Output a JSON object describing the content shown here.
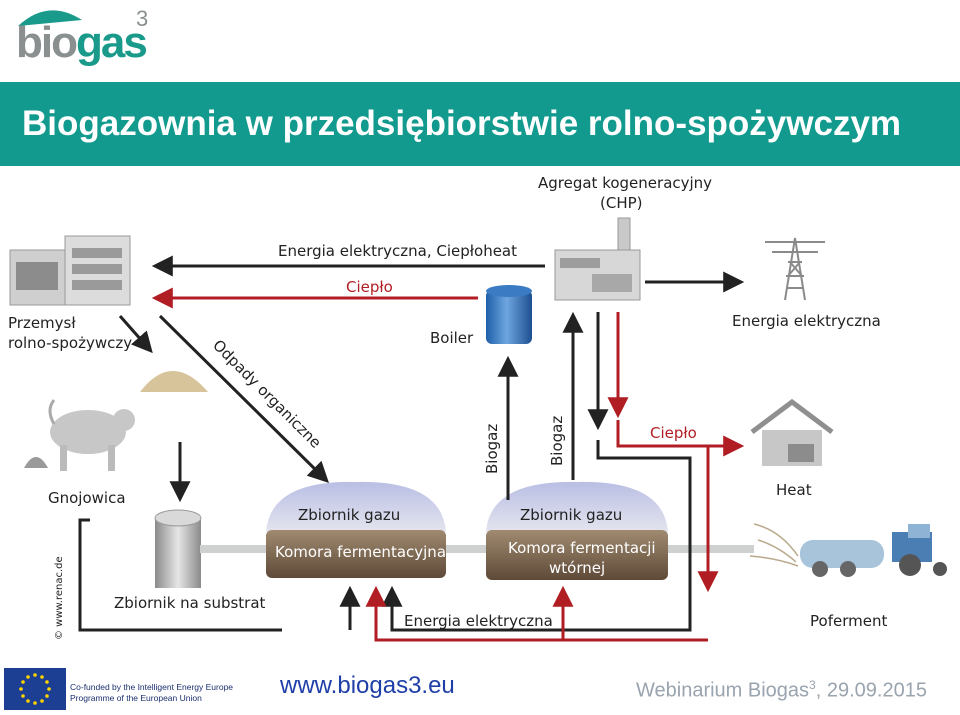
{
  "logo": {
    "bio": "bio",
    "gas": "gas",
    "sup": "3"
  },
  "title": "Biogazownia w przedsiębiorstwie rolno-spożywczym",
  "labels": {
    "chp": "Agregat kogeneracyjny",
    "chp_short": "(CHP)",
    "top_energy": "Energia elektryczna,  Ciepłoheat",
    "cieplo_top": "Ciepło",
    "przemysl_1": "Przemysł",
    "przemysl_2": "rolno-spożywczy",
    "odpady": "Odpady organiczne",
    "boiler": "Boiler",
    "energia_right": "Energia elektryczna",
    "biogaz_1": "Biogaz",
    "biogaz_2": "Biogaz",
    "cieplo_right": "Ciepło",
    "heat": "Heat",
    "gnojowica": "Gnojowica",
    "zbiornik_gazu_1": "Zbiornik gazu",
    "komora_1": "Komora fermentacyjna",
    "zbiornik_gazu_2": "Zbiornik gazu",
    "komora_2_a": "Komora fermentacji",
    "komora_2_b": "wtórnej",
    "zbiornik_substrat": "Zbiornik na substrat",
    "energia_bottom": "Energia elektryczna",
    "poferment": "Poferment",
    "copyright": "© www.renac.de"
  },
  "footer": {
    "eu_line1": "Co-funded by the Intelligent Energy Europe",
    "eu_line2": "Programme of the European Union",
    "url": "www.biogas3.eu",
    "webinar": "Webinarium Biogas",
    "webinar_sup": "3",
    "webinar_date": ", 29.09.2015"
  },
  "colors": {
    "teal": "#139a8e",
    "red": "#b01e24",
    "dark": "#222222"
  }
}
